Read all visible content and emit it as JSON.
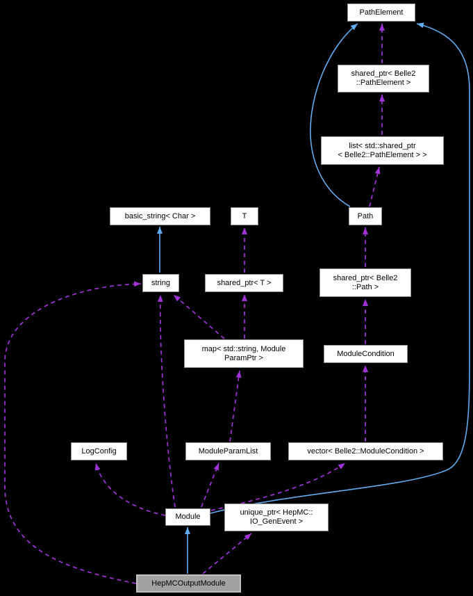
{
  "diagram": {
    "type": "class-collaboration-graph",
    "background_color": "#000000",
    "node_fill": "#ffffff",
    "node_border": "#8f8f8f",
    "highlight_node_fill": "#a2a2a2",
    "highlight_node_border": "#c2c2c2",
    "inheritance_edge_color": "#63acf0",
    "usage_edge_color": "#a032d8"
  },
  "nodes": [
    {
      "id": "pathelement",
      "label": "PathElement"
    },
    {
      "id": "shared-ptr-belle2-pathelement",
      "label": "shared_ptr< Belle2\n::PathElement >"
    },
    {
      "id": "list-shared-ptr-pathelement",
      "label": "list< std::shared_ptr\n< Belle2::PathElement > >"
    },
    {
      "id": "path",
      "label": "Path"
    },
    {
      "id": "basic-string-char",
      "label": "basic_string< Char >"
    },
    {
      "id": "t",
      "label": "T"
    },
    {
      "id": "string",
      "label": "string"
    },
    {
      "id": "shared-ptr-t",
      "label": "shared_ptr< T >"
    },
    {
      "id": "shared-ptr-belle2-path",
      "label": "shared_ptr< Belle2\n::Path >"
    },
    {
      "id": "map-string-moduleparamptr",
      "label": "map< std::string, Module\nParamPtr >"
    },
    {
      "id": "modulecondition",
      "label": "ModuleCondition"
    },
    {
      "id": "logconfig",
      "label": "LogConfig"
    },
    {
      "id": "moduleparamlist",
      "label": "ModuleParamList"
    },
    {
      "id": "vector-belle2-modulecondition",
      "label": "vector< Belle2::ModuleCondition >"
    },
    {
      "id": "module",
      "label": "Module"
    },
    {
      "id": "unique-ptr-hepmc-io-genevent",
      "label": "unique_ptr< HepMC::\nIO_GenEvent >"
    },
    {
      "id": "hepmcoutputmodule",
      "label": "HepMCOutputModule"
    }
  ],
  "edges": [
    {
      "from": "string",
      "to": "basic_string< Char >",
      "relation": "inheritance"
    },
    {
      "from": "Path",
      "to": "PathElement",
      "relation": "inheritance"
    },
    {
      "from": "Module",
      "to": "PathElement",
      "relation": "inheritance"
    },
    {
      "from": "HepMCOutputModule",
      "to": "Module",
      "relation": "inheritance"
    },
    {
      "from": "shared_ptr< Belle2::PathElement >",
      "to": "PathElement",
      "relation": "usage"
    },
    {
      "from": "list< std::shared_ptr< Belle2::PathElement > >",
      "to": "shared_ptr< Belle2::PathElement >",
      "relation": "usage"
    },
    {
      "from": "Path",
      "to": "list< std::shared_ptr< Belle2::PathElement > >",
      "relation": "usage"
    },
    {
      "from": "shared_ptr< Belle2::Path >",
      "to": "Path",
      "relation": "usage"
    },
    {
      "from": "ModuleCondition",
      "to": "shared_ptr< Belle2::Path >",
      "relation": "usage"
    },
    {
      "from": "vector< Belle2::ModuleCondition >",
      "to": "ModuleCondition",
      "relation": "usage"
    },
    {
      "from": "Module",
      "to": "vector< Belle2::ModuleCondition >",
      "relation": "usage"
    },
    {
      "from": "Module",
      "to": "ModuleParamList",
      "relation": "usage"
    },
    {
      "from": "Module",
      "to": "LogConfig",
      "relation": "usage"
    },
    {
      "from": "Module",
      "to": "string",
      "relation": "usage"
    },
    {
      "from": "ModuleParamList",
      "to": "map< std::string, ModuleParamPtr >",
      "relation": "usage"
    },
    {
      "from": "map< std::string, ModuleParamPtr >",
      "to": "string",
      "relation": "usage"
    },
    {
      "from": "map< std::string, ModuleParamPtr >",
      "to": "shared_ptr< T >",
      "relation": "usage"
    },
    {
      "from": "shared_ptr< T >",
      "to": "T",
      "relation": "usage"
    },
    {
      "from": "HepMCOutputModule",
      "to": "unique_ptr< HepMC::IO_GenEvent >",
      "relation": "usage"
    },
    {
      "from": "HepMCOutputModule",
      "to": "string",
      "relation": "usage"
    }
  ]
}
